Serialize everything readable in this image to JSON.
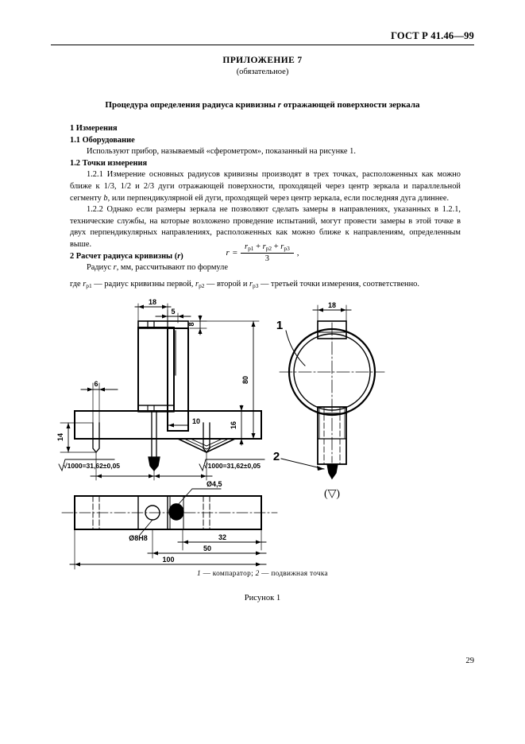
{
  "header": {
    "standard": "ГОСТ Р 41.46—99"
  },
  "appendix": {
    "title": "ПРИЛОЖЕНИЕ 7",
    "subtitle": "(обязательное)"
  },
  "doc_title_parts": {
    "before": "Процедура определения радиуса кривизны ",
    "symbol": "r",
    "after": " отражающей поверхности зеркала"
  },
  "sections": {
    "s1_heading": "1  Измерения",
    "s11_heading": "1.1  Оборудование",
    "s11_text": "Используют прибор, называемый «сферометром», показанный на рисунке 1.",
    "s12_heading": "1.2  Точки измерения",
    "s121_num": "1.2.1",
    "s121_text_a": " Измерение основных радиусов кривизны производят в трех точках, расположенных как можно ближе к 1/3, 1/2 и 2/3 дуги отражающей поверхности, проходящей через центр зеркала и параллельной сегменту ",
    "s121_italic_b": "b",
    "s121_text_b": ", или перпендикулярной ей дуги, проходящей через центр зеркала, если последняя дуга длиннее.",
    "s122_num": "1.2.2",
    "s122_text": " Однако если размеры зеркала не позволяют сделать замеры в направлениях, указанных в 1.2.1, технические службы, на которые возложено проведение испытаний, могут провести замеры в этой точке в двух перпендикулярных направлениях, расположенных как можно ближе к направлениям, определенным выше.",
    "s2_heading_a": "2  Расчет радиуса кривизны (",
    "s2_heading_sym": "r",
    "s2_heading_b": ")",
    "s2_text": "Радиус ",
    "s2_text_sym": "r",
    "s2_text_b": ", мм, рассчитывают по формуле"
  },
  "formula": {
    "lhs": "r",
    "equals": "=",
    "num_t1": "r",
    "num_t1_sub": "p1",
    "plus1": "+",
    "num_t2": "r",
    "num_t2_sub": "p2",
    "plus2": "+",
    "num_t3": "r",
    "num_t3_sub": "p3",
    "denominator": "3",
    "comma": ","
  },
  "where": {
    "lead": "где ",
    "t1": "r",
    "t1_sub": "p1",
    "d1": " — радиус кривизны первой, ",
    "t2": "r",
    "t2_sub": "p2",
    "d2": " — второй и ",
    "t3": "r",
    "t3_sub": "p3",
    "d3": " — третьей точки измерения, соответственно."
  },
  "figure": {
    "caption_items": "1 — компаратор; 2 — подвижная точка",
    "caption_item1_num": "1",
    "caption_item1_text": " — компаратор; ",
    "caption_item2_num": "2",
    "caption_item2_text": " — подвижная точка",
    "caption": "Рисунок 1",
    "dimensions": {
      "top_width": "18",
      "top_offset": "5",
      "plate_thickness_top": "8",
      "total_height": "80",
      "left_offset": "6",
      "pin_depth": "14",
      "tip_offset": "10",
      "base_height": "16",
      "span_left": "√1000=31,62±0,05",
      "span_right": "√1000=31,62±0,05",
      "hole_dia": "Ø4,5",
      "side_width": "18",
      "plan_bore": "Ø8H8",
      "plan_dim_32": "32",
      "plan_dim_50": "50",
      "plan_dim_100": "100"
    },
    "leaders": {
      "item1": "1",
      "item2": "2"
    },
    "surface_symbol": "(▽)"
  },
  "page_number": "29",
  "colors": {
    "ink": "#000000",
    "paper": "#ffffff"
  }
}
